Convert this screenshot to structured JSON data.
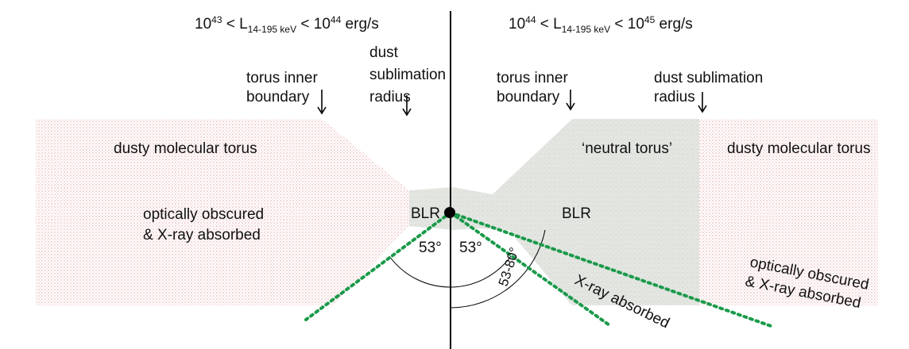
{
  "left_panel": {
    "luminosity": {
      "pre_base": "10",
      "pre_exp": "43",
      "mid": " < L",
      "sub": "14-195 keV",
      "post_mid": " < 10",
      "post_exp": "44",
      "unit": " erg/s"
    },
    "torus_inner_boundary": [
      "torus inner",
      "boundary"
    ],
    "dust_sublimation": [
      "dust",
      "sublimation",
      "radius"
    ],
    "region_label": "dusty molecular torus",
    "obscured_label": [
      "optically obscured",
      "& X-ray absorbed"
    ],
    "blr_label": "BLR",
    "angle_label": "53°"
  },
  "right_panel": {
    "luminosity": {
      "pre_base": "10",
      "pre_exp": "44",
      "mid": " < L",
      "sub": "14-195 keV",
      "post_mid": " < 10",
      "post_exp": "45",
      "unit": " erg/s"
    },
    "torus_inner_boundary": [
      "torus inner",
      "boundary"
    ],
    "dust_sublimation": [
      "dust sublimation",
      "radius"
    ],
    "neutral_label": "‘neutral torus’",
    "region_label": "dusty molecular torus",
    "blr_label": "BLR",
    "angle_53_label": "53°",
    "angle_range_label": "53-80°",
    "xray_label": "X-ray absorbed",
    "obscured_label": [
      "optically obscured",
      "& X-ray  absorbed"
    ]
  },
  "colors": {
    "dotted_red": "#c43a3a",
    "neutral_fill": "#e3e6e1",
    "green_dotted": "#1a9a4a",
    "axis": "#000000"
  }
}
